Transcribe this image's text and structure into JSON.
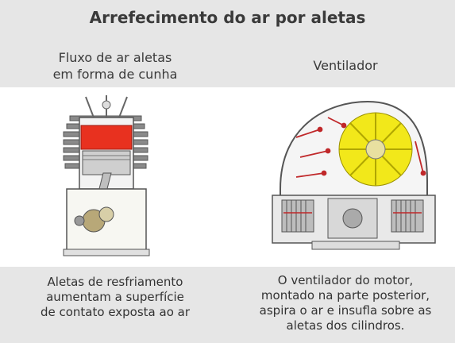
{
  "title": "Arrefecimento do ar por aletas",
  "left": {
    "label_line1": "Fluxo de ar aletas",
    "label_line2": "em forma de cunha",
    "caption_line1": "Aletas de resfriamento",
    "caption_line2": "aumentam a superfície",
    "caption_line3": "de contato exposta ao ar",
    "icon": "engine-cylinder-cross-section"
  },
  "right": {
    "label": "Ventilador",
    "caption_line1": "O ventilador do motor,",
    "caption_line2": "montado na parte posterior,",
    "caption_line3": "aspira o ar e insufla sobre as",
    "caption_line4": "aletas dos cilindros.",
    "icon": "engine-fan-cross-section"
  },
  "colors": {
    "band": "#e6e6e6",
    "combustion": "#e8311f",
    "fan": "#f2e81a",
    "arrows": "#c0282a"
  }
}
